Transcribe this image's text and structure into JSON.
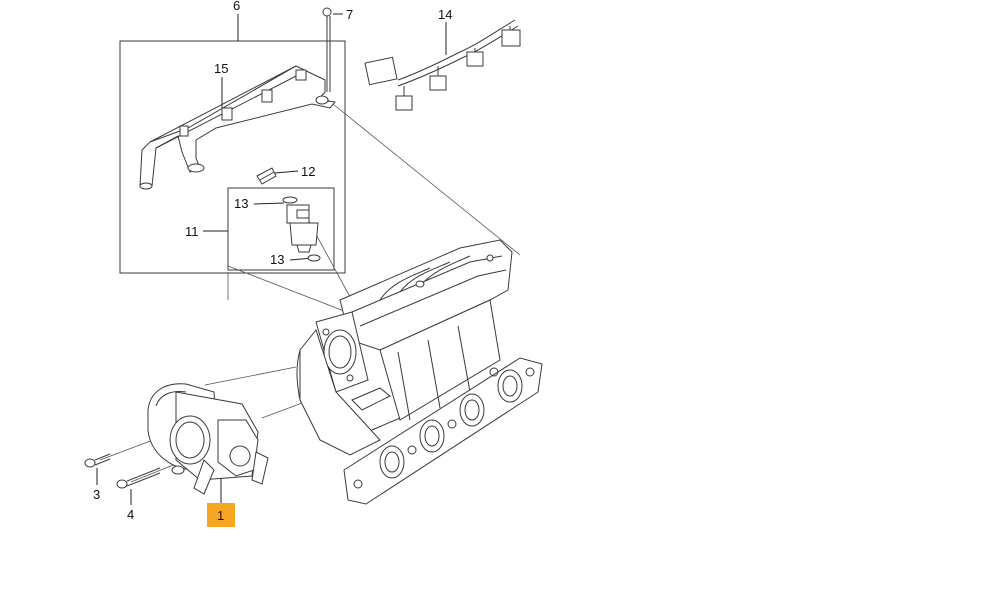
{
  "highlight_color": "#f5a623",
  "callouts": [
    {
      "id": "c6",
      "label": "6"
    },
    {
      "id": "c7",
      "label": "7"
    },
    {
      "id": "c14",
      "label": "14"
    },
    {
      "id": "c15",
      "label": "15"
    },
    {
      "id": "c12",
      "label": "12"
    },
    {
      "id": "c13a",
      "label": "13"
    },
    {
      "id": "c11",
      "label": "11"
    },
    {
      "id": "c13b",
      "label": "13"
    },
    {
      "id": "c3",
      "label": "3"
    },
    {
      "id": "c4",
      "label": "4"
    },
    {
      "id": "c1",
      "label": "1",
      "highlighted": true
    }
  ],
  "parts": [
    {
      "id": "fuel-rail",
      "icon": "fuel-rail-icon"
    },
    {
      "id": "fuel-injector",
      "icon": "fuel-injector-icon"
    },
    {
      "id": "injector-clip",
      "icon": "clip-icon"
    },
    {
      "id": "wiring-harness",
      "icon": "wiring-harness-icon"
    },
    {
      "id": "intake-manifold",
      "icon": "intake-manifold-icon"
    },
    {
      "id": "throttle-body",
      "icon": "throttle-body-icon"
    },
    {
      "id": "bolt-3",
      "icon": "bolt-icon"
    },
    {
      "id": "bolt-4",
      "icon": "bolt-icon"
    },
    {
      "id": "bolt-7",
      "icon": "bolt-icon"
    }
  ]
}
